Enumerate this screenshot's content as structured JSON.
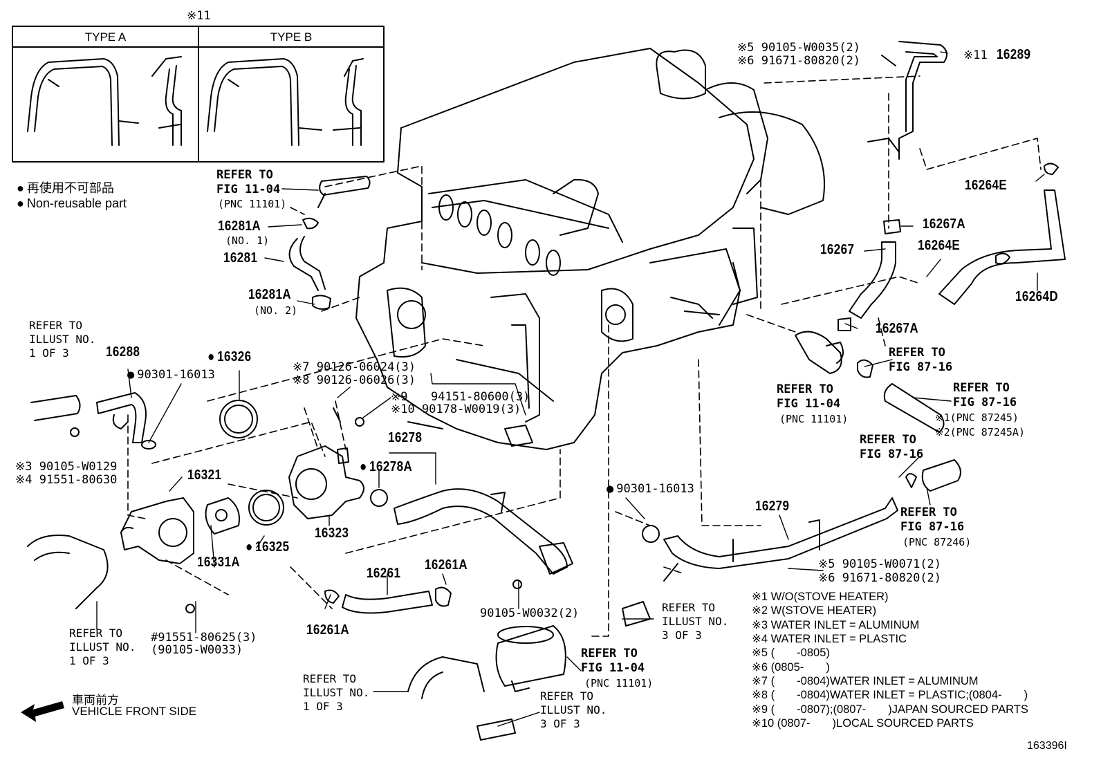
{
  "type_box": {
    "top_label": "※11",
    "type_a": "TYPE A",
    "type_b": "TYPE B"
  },
  "legend": {
    "line_jp": "再使用不可部品",
    "line_en": "Non-reusable part"
  },
  "parts": {
    "p16289": "16289",
    "p16289_mark": "※11",
    "top_bolt_1": "※5 90105-W0035(2)",
    "top_bolt_2": "※6 91671-80820(2)",
    "p16264E_a": "16264E",
    "p16267A_a": "16267A",
    "p16267": "16267",
    "p16264E_b": "16264E",
    "p16264D": "16264D",
    "p16267A_b": "16267A",
    "p16281A_1": "16281A",
    "p16281A_1_sub": "(NO. 1)",
    "p16281": "16281",
    "p16281A_2": "16281A",
    "p16281A_2_sub": "(NO. 2)",
    "p16288": "16288",
    "p90301_a": "90301-16013",
    "p16326": "16326",
    "bolt_7": "※7 90126-06024(3)",
    "bolt_8": "※8 90126-06026(3)",
    "p94151": "94151-80600(3)",
    "bolt_9": "※9",
    "bolt_10": "※10 90178-W0019(3)",
    "bolt_3": "※3 90105-W0129",
    "bolt_4": "※4 91551-80630",
    "p16278": "16278",
    "p16278A": "16278A",
    "p16321": "16321",
    "p16323": "16323",
    "p16325": "16325",
    "p16331A": "16331A",
    "p90301_b": "90301-16013",
    "p16279": "16279",
    "bolt_5b": "※5 90105-W0071(2)",
    "bolt_6b": "※6 91671-80820(2)",
    "p16261": "16261",
    "p16261A_a": "16261A",
    "p16261A_b": "16261A",
    "p90105_w0032": "90105-W0032(2)",
    "p91551_a": "#91551-80625(3)",
    "p91551_b": "(90105-W0033)"
  },
  "refs": {
    "r_fig1104_top": "REFER TO\nFIG 11-04",
    "r_fig1104_top_pnc": "(PNC 11101)",
    "r_illust1_left": "REFER TO\nILLUST NO.\n1 OF 3",
    "r_fig1104_right": "REFER TO\nFIG 11-04",
    "r_fig1104_right_pnc": "(PNC 11101)",
    "r_fig8716_a": "REFER TO\nFIG 87-16",
    "r_fig8716_b": "REFER TO\nFIG 87-16",
    "r_fig8716_b_note1": "※1(PNC 87245)",
    "r_fig8716_b_note2": "※2(PNC 87245A)",
    "r_fig8716_c": "REFER TO\nFIG 87-16",
    "r_fig8716_d": "REFER TO\nFIG 87-16",
    "r_fig8716_d_pnc": "(PNC 87246)",
    "r_illust3_mid": "REFER TO\nILLUST NO.\n3 OF 3",
    "r_illust1_low": "REFER TO\nILLUST NO.\n1 OF 3",
    "r_fig1104_bottom": "REFER TO\nFIG 11-04",
    "r_fig1104_bottom_pnc": "(PNC 11101)",
    "r_illust1_bottom": "REFER TO\nILLUST NO.\n1 OF 3",
    "r_illust3_bottom": "REFER TO\nILLUST NO.\n3 OF 3"
  },
  "notes": [
    "※1 W/O(STOVE HEATER)",
    "※2 W(STOVE HEATER)",
    "※3 WATER INLET = ALUMINUM",
    "※4 WATER INLET = PLASTIC",
    "※5 (       -0805)",
    "※6 (0805-       )",
    "※7 (       -0804)WATER INLET = ALUMINUM",
    "※8 (       -0804)WATER INLET = PLASTIC;(0804-       )",
    "※9 (       -0807);(0807-       )JAPAN SOURCED PARTS",
    "※10 (0807-       )LOCAL SOURCED PARTS"
  ],
  "vehicle_front": {
    "jp": "車両前方",
    "en": "VEHICLE FRONT SIDE"
  },
  "figure_id": "163396I"
}
